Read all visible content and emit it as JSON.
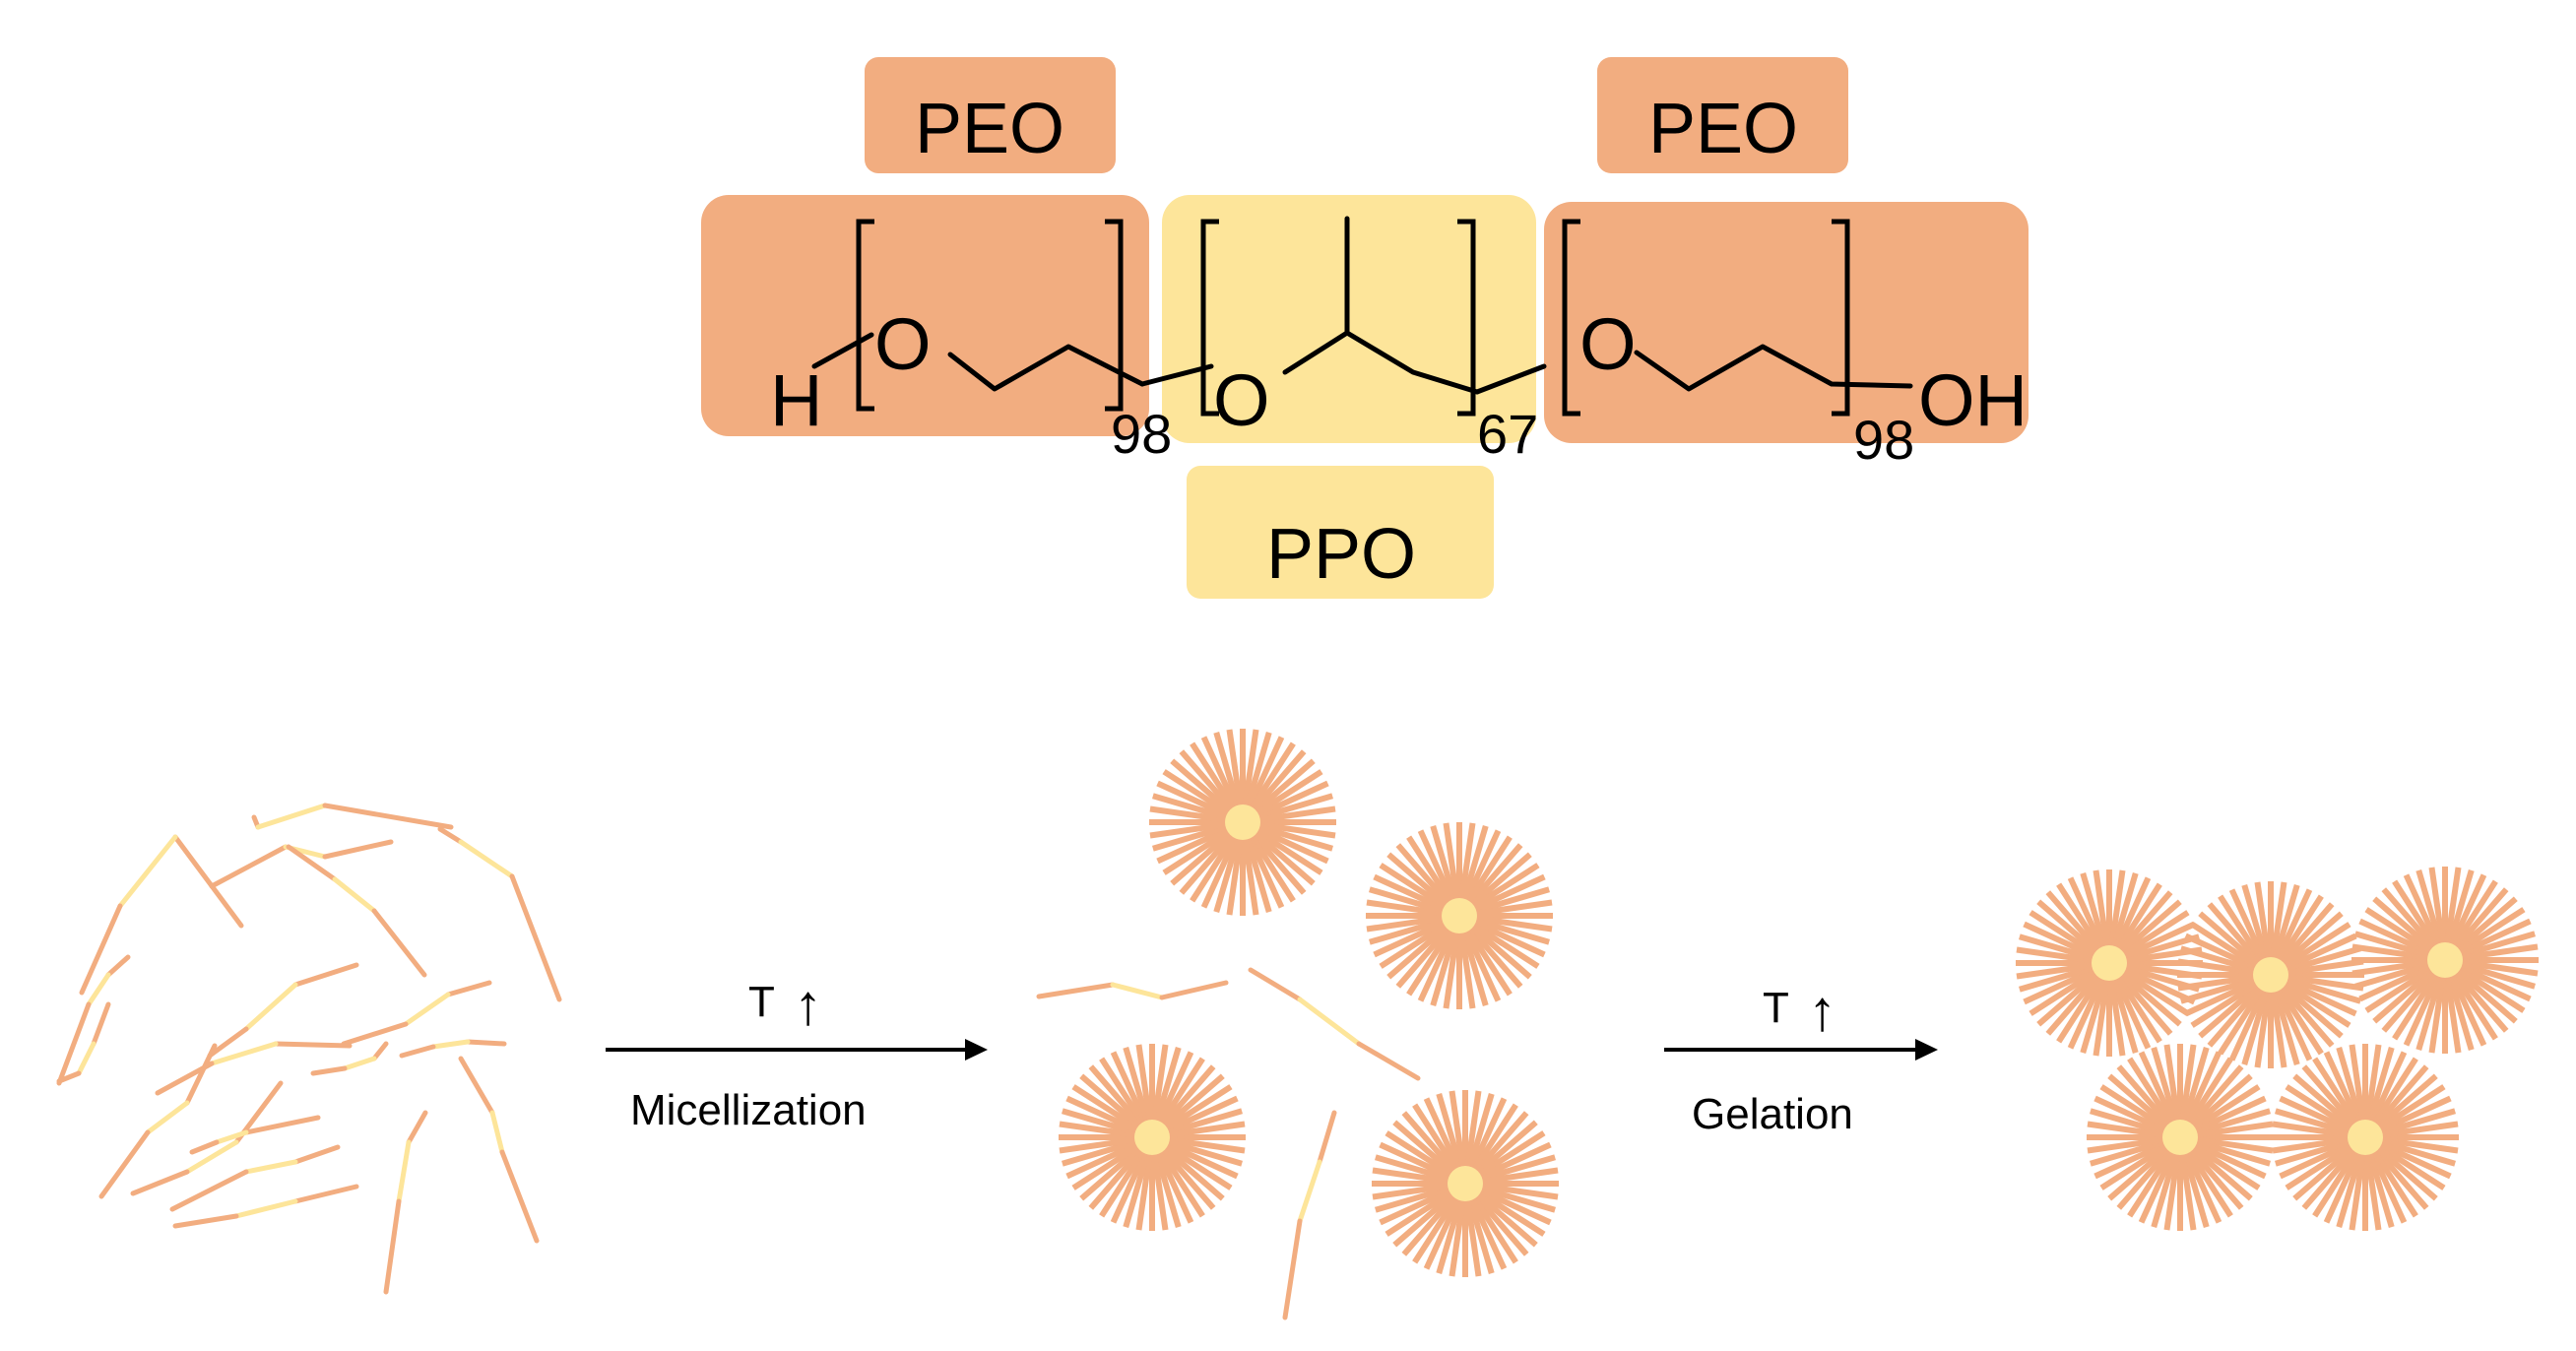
{
  "structure": {
    "peo_left_label": "PEO",
    "peo_right_label": "PEO",
    "ppo_label": "PPO",
    "atom_h": "H",
    "atom_o_1": "O",
    "atom_o_2": "O",
    "atom_o_3": "O",
    "atom_oh": "OH",
    "sub_peo_left": "98",
    "sub_ppo": "67",
    "sub_peo_right": "98"
  },
  "process": {
    "step1_symbol": "T",
    "step1_arrow": "↑",
    "step1_label": "Micellization",
    "step2_symbol": "T",
    "step2_arrow": "↑",
    "step2_label": "Gelation"
  },
  "colors": {
    "peo": "#f2ad80",
    "ppo": "#fde59a",
    "chain_peo": "#f2ad80",
    "chain_ppo": "#fde59a",
    "micelle_core": "#fde59a",
    "ink": "#000000"
  }
}
